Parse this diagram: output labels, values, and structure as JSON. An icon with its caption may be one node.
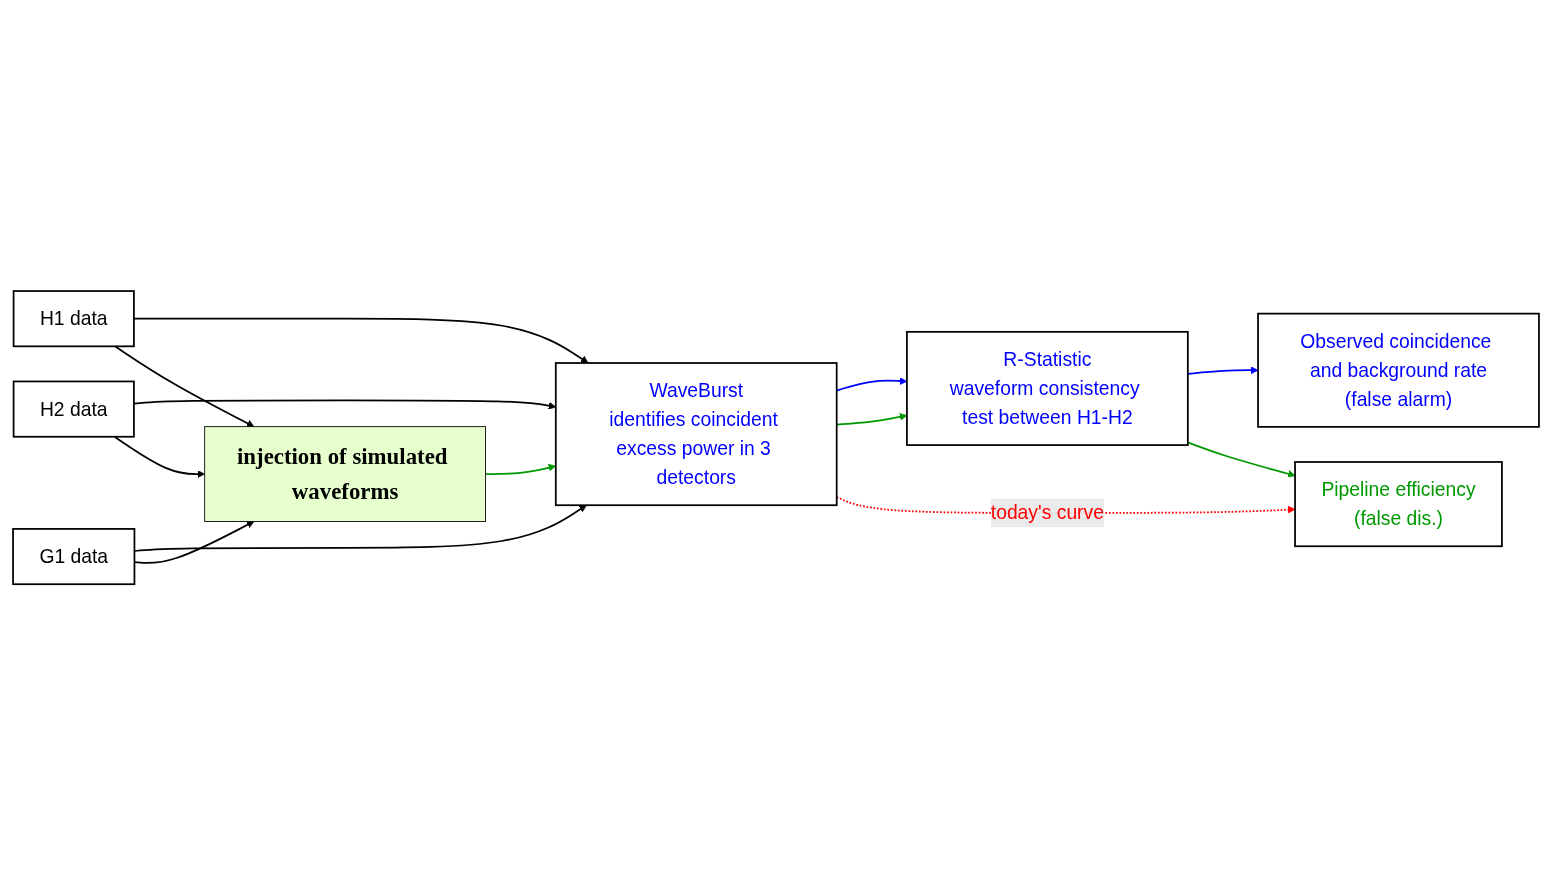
{
  "diagram": {
    "nodes": [
      {
        "text": [
          "H1 data"
        ]
      },
      {
        "text": [
          "H2 data"
        ]
      },
      {
        "text": [
          "G1 data"
        ]
      },
      {
        "text": [
          "injection of simulated waveforms"
        ]
      },
      {
        "text": [
          "WaveBurst",
          "identifies coincident excess power in 3 detectors"
        ]
      },
      {
        "text": [
          "R-Statistic",
          "waveform consistency test between H1-H2"
        ]
      },
      {
        "text": [
          "Observed coincidence and background rate",
          "(false alarm)"
        ]
      },
      {
        "text": [
          "Pipeline efficiency",
          "(false dis.)"
        ]
      }
    ],
    "edges": [
      {
        "from": 0,
        "to": 4,
        "arrow": "to"
      },
      {
        "from": 1,
        "to": 4,
        "arrow": "to"
      },
      {
        "from": 2,
        "to": 4,
        "arrow": "to"
      },
      {
        "from": 0,
        "to": 3,
        "arrow": "to"
      },
      {
        "from": 1,
        "to": 3,
        "arrow": "to"
      },
      {
        "from": 2,
        "to": 3,
        "arrow": "to"
      },
      {
        "from": 3,
        "to": 4,
        "arrow": "to",
        "color": "#009900"
      },
      {
        "from": 4,
        "to": 5,
        "arrow": "to",
        "color": "#0000ff"
      },
      {
        "from": 4,
        "to": 5,
        "arrow": "to",
        "color": "#009900"
      },
      {
        "from": 5,
        "to": 6,
        "arrow": "to",
        "color": "#0000ff"
      },
      {
        "from": 5,
        "to": 7,
        "arrow": "to",
        "color": "#009900"
      },
      {
        "from": 4,
        "to": 7,
        "arrow": "to",
        "label": "today's curve",
        "style": "dashed",
        "color": "#ff0000"
      }
    ]
  }
}
